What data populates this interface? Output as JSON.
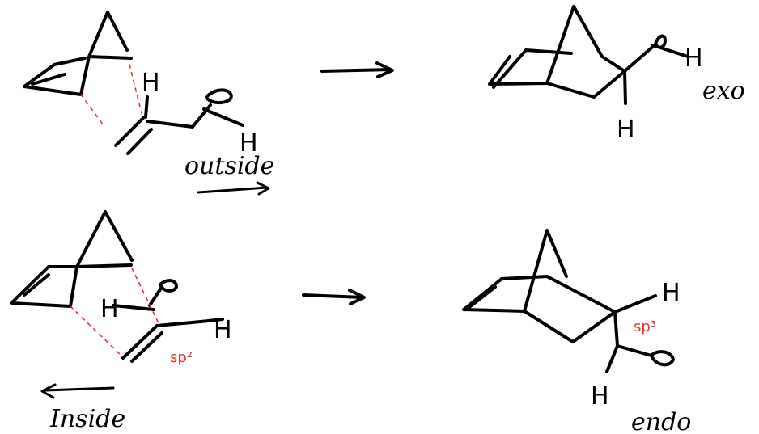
{
  "colors": {
    "ink": "#000000",
    "accent": "#e8322a"
  },
  "labels": {
    "exo_aldehyde_h": "H",
    "exo_aldehyde_o": "O",
    "exo_alkene_h": "H",
    "outside": "outside",
    "exo_product_h_right": "H",
    "exo_product_h_down": "H",
    "exo": "exo",
    "endo_alkene_h": "H",
    "endo_aldehyde_h": "H",
    "sp2": "sp²",
    "inside": "Inside",
    "endo_product_h_up": "H",
    "sp3": "sp³",
    "endo_product_h_down": "H",
    "endo": "endo"
  }
}
